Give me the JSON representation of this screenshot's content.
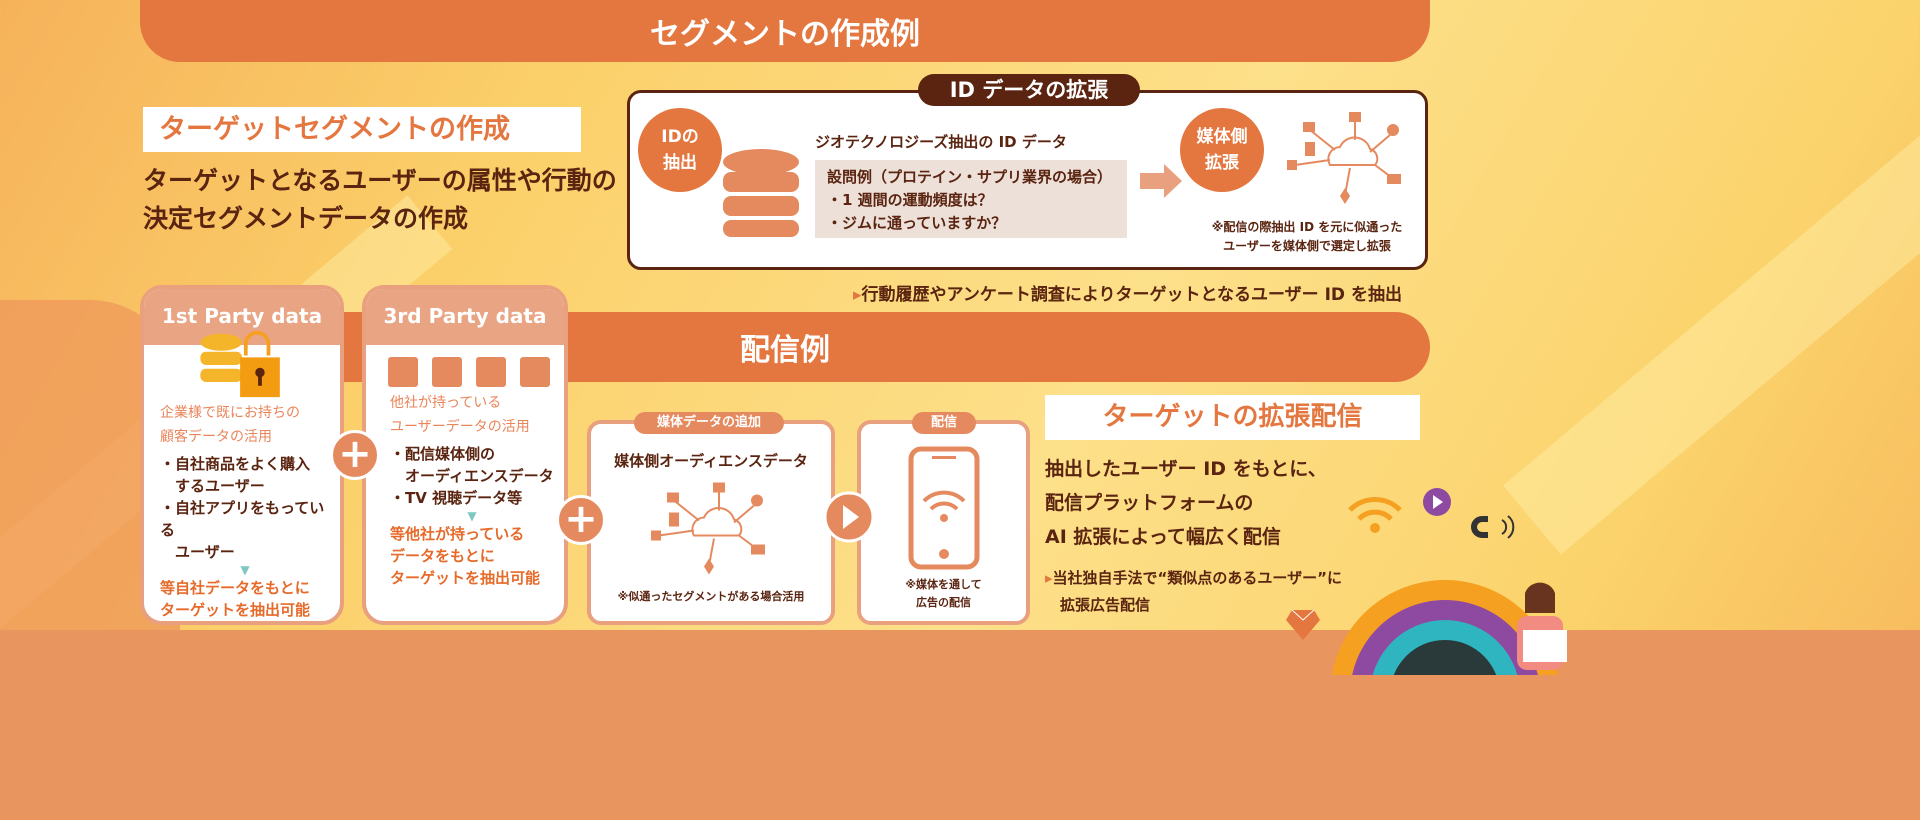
{
  "header": {
    "title": "セグメントの作成例"
  },
  "target_segment": {
    "heading": "ターゲットセグメントの作成",
    "lines": [
      "ターゲットとなるユーザーの属性や行動の",
      "決定セグメントデータの作成"
    ]
  },
  "id_box": {
    "label": "ID データの拡張",
    "extract_circle": [
      "IDの",
      "抽出"
    ],
    "heading": "ジオテクノロジーズ抽出の ID データ",
    "questions": [
      "設問例（プロテイン・サプリ業界の場合）",
      "・1 週間の運動頻度は？",
      "・ジムに通っていますか？"
    ],
    "media_circle": [
      "媒体側",
      "拡張"
    ],
    "note": [
      "※配信の際抽出 ID を元に似通った",
      "ユーザーを媒体側で選定し拡張"
    ]
  },
  "extract_note": "行動履歴やアンケート調査によりターゲットとなるユーザー ID を抽出",
  "delivery": {
    "title": "配信例"
  },
  "card1": {
    "title": "1st Party data",
    "subtitle": [
      "企業様で既にお持ちの",
      "顧客データの活用"
    ],
    "items": [
      "・自社商品をよく購入",
      "　するユーザー",
      "・自社アプリをもっている",
      "　ユーザー"
    ],
    "result": [
      "等自社データをもとに",
      "ターゲットを抽出可能"
    ]
  },
  "card2": {
    "title": "3rd Party data",
    "subtitle": [
      "他社が持っている",
      "ユーザーデータの活用"
    ],
    "items": [
      "・配信媒体側の",
      "　オーディエンスデータ",
      "・TV 視聴データ等"
    ],
    "result": [
      "等他社が持っている",
      "データをもとに",
      "ターゲットを抽出可能"
    ]
  },
  "card3": {
    "label": "媒体データの追加",
    "heading": "媒体側オーディエンスデータ",
    "note": "※似通ったセグメントがある場合活用"
  },
  "card4": {
    "label": "配信",
    "note": [
      "※媒体を通して",
      "広告の配信"
    ]
  },
  "expansion": {
    "heading": "ターゲットの拡張配信",
    "lines": [
      "抽出したユーザー ID をもとに、",
      "配信プラットフォームの",
      "AI 拡張によって幅広く配信"
    ],
    "note": [
      "当社独自手法で“類似点のあるユーザー”に",
      "拡張広告配信"
    ]
  },
  "colors": {
    "orange": "#e4773f",
    "brown": "#5a2410",
    "peach": "#e9a483"
  }
}
